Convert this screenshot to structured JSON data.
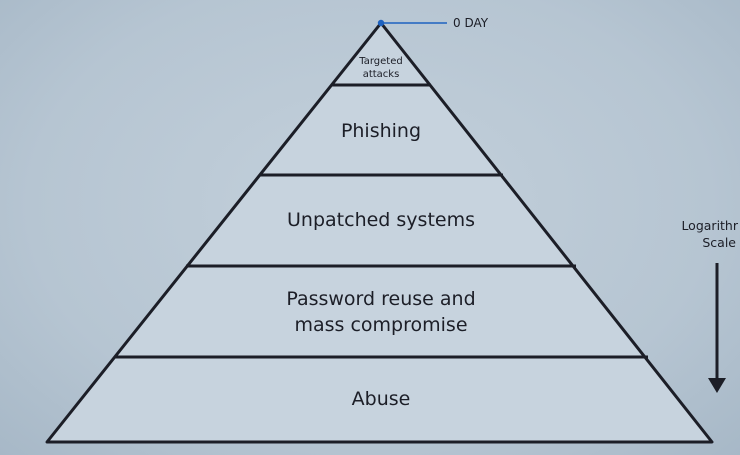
{
  "diagram": {
    "peak_label": "0 DAY",
    "tiers": [
      {
        "lines": [
          "Targeted",
          "attacks"
        ]
      },
      {
        "lines": [
          "Phishing"
        ]
      },
      {
        "lines": [
          "Unpatched systems"
        ]
      },
      {
        "lines": [
          "Password reuse and",
          "mass compromise"
        ]
      },
      {
        "lines": [
          "Abuse"
        ]
      }
    ],
    "scale": {
      "line1": "Logarithr",
      "line2": "Scale"
    },
    "colors": {
      "background": "#b9c7d3",
      "pyramid_fill": "#c7d3de",
      "outline": "#1c1e27",
      "peak_marker": "#1e62c0"
    }
  }
}
